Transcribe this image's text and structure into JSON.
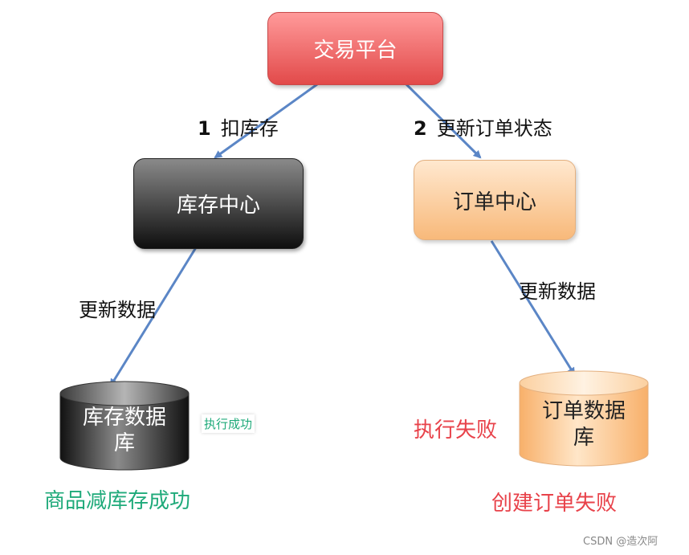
{
  "nodes": {
    "trade_platform": "交易平台",
    "inventory_center": "库存中心",
    "order_center": "订单中心",
    "inventory_db_line1": "库存数据",
    "inventory_db_line2": "库",
    "order_db_line1": "订单数据",
    "order_db_line2": "库"
  },
  "edges": {
    "step1_num": "1",
    "step1_text": "扣库存",
    "step2_num": "2",
    "step2_text": "更新订单状态",
    "update_left": "更新数据",
    "update_right": "更新数据"
  },
  "annotations": {
    "inventory_exec_success": "执行成功",
    "order_exec_fail": "执行失败",
    "inventory_caption": "商品减库存成功",
    "order_caption": "创建订单失败"
  },
  "watermark": "CSDN @造次阿",
  "colors": {
    "arrow": "#5b86c6",
    "success": "#1faa7a",
    "failure": "#e8424a"
  }
}
